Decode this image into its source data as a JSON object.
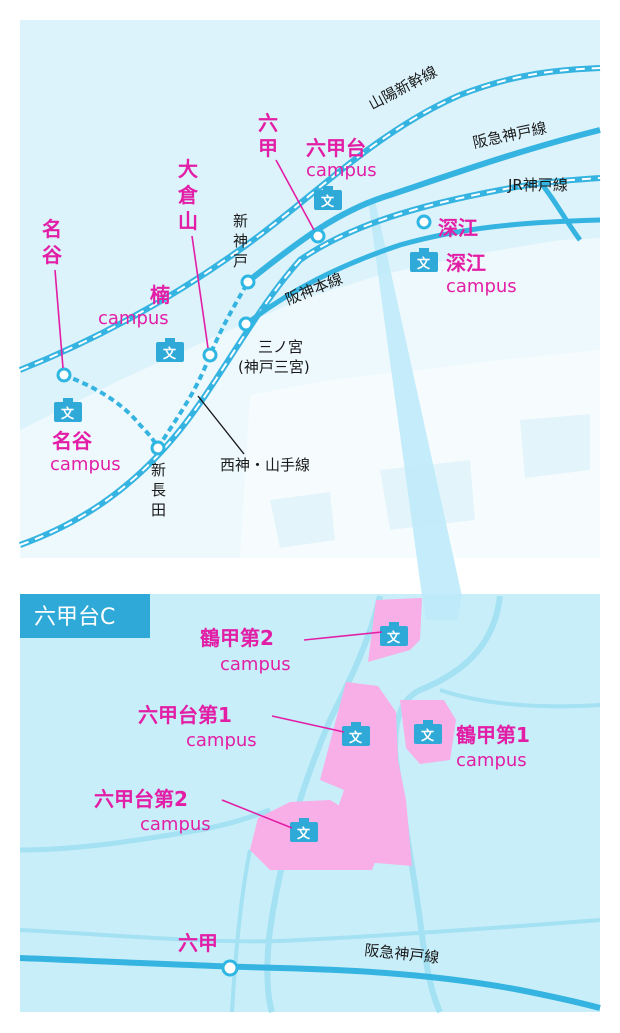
{
  "top_map": {
    "railway_labels": {
      "sanyo_shinkansen": "山陽新幹線",
      "hankyu_kobe": "阪急神戸線",
      "jr_kobe": "JR神戸線",
      "hanshin": "阪神本線",
      "seishin_yamate": "西神・山手線"
    },
    "station_labels": {
      "shin_kobe": [
        "新",
        "神",
        "戸"
      ],
      "sannomiya_1": "三ノ宮",
      "sannomiya_2": "(神戸三宮)",
      "shin_nagata": [
        "新",
        "長",
        "田"
      ]
    },
    "pink_stations": {
      "rokko": [
        "六",
        "甲"
      ],
      "okurayama": [
        "大",
        "倉",
        "山"
      ],
      "myodani": [
        "名",
        "谷"
      ],
      "fukae": "深江"
    },
    "campuses": {
      "rokkodai": {
        "name": "六甲台",
        "sub": "campus"
      },
      "kusunoki": {
        "name": "楠",
        "sub": "campus"
      },
      "myodani": {
        "name": "名谷",
        "sub": "campus"
      },
      "fukae": {
        "name": "深江",
        "sub": "campus"
      }
    },
    "icon_glyph": "文"
  },
  "bottom_map": {
    "tag": "六甲台C",
    "campuses": {
      "tsurukabuto2": {
        "name": "鶴甲第2",
        "sub": "campus"
      },
      "rokkodai1": {
        "name": "六甲台第1",
        "sub": "campus"
      },
      "tsurukabuto1": {
        "name": "鶴甲第1",
        "sub": "campus"
      },
      "rokkodai2": {
        "name": "六甲台第2",
        "sub": "campus"
      }
    },
    "station": "六甲",
    "railway": "阪急神戸線"
  },
  "colors": {
    "sea": "#c8eef9",
    "land": "#dcf3fb",
    "rail": "#35b4e1",
    "road": "#a3e1f3",
    "campus_fill": "#f8aee6",
    "pink_text": "#e31ea6",
    "icon": "#2fa9d8"
  }
}
